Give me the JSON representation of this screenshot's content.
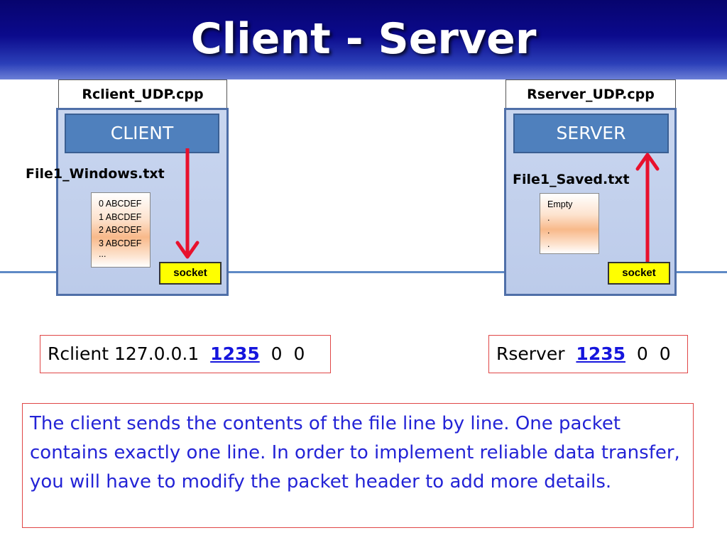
{
  "title": "Client - Server",
  "client": {
    "program": "Rclient_UDP.cpp",
    "header": "CLIENT",
    "filename": "File1_Windows.txt",
    "file_lines": [
      "0 ABCDEF",
      "1 ABCDEF",
      "2 ABCDEF",
      "3 ABCDEF",
      "..."
    ],
    "socket": "socket",
    "command": "Rclient 127.0.0.1",
    "port": "1235",
    "args": "0  0"
  },
  "server": {
    "program": "Rserver_UDP.cpp",
    "header": "SERVER",
    "filename": "File1_Saved.txt",
    "file_lines": [
      "Empty",
      ".",
      ".",
      "."
    ],
    "socket": "socket",
    "command": "Rserver",
    "port": "1235",
    "args": "0  0"
  },
  "description": "The client sends the contents of the file line by line.  One packet contains exactly one line.  In order to implement reliable data transfer, you will have to modify the packet header to add more details.",
  "colors": {
    "title_bar": "#0b0a8c",
    "host_panel": "#c9d6ef",
    "host_header": "#4f80bd",
    "socket": "#ffff00",
    "arrow": "#e8112d",
    "port_text": "#1515dd",
    "description_text": "#2323d6",
    "box_border": "#e04646",
    "network_line": "#5f8ac6"
  }
}
